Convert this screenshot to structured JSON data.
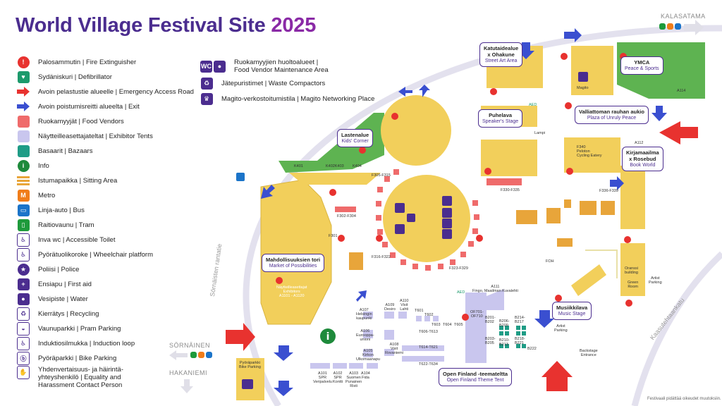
{
  "header": {
    "title": "World Village Festival Site",
    "year": "2025"
  },
  "legend": {
    "items": [
      {
        "label": "Palosammutin | Fire Extinguisher",
        "icon": "fire-extinguisher-icon",
        "color": "#e8322f"
      },
      {
        "label": "Sydäniskuri | Defibrillator",
        "icon": "defibrillator-icon",
        "color": "#1d9a6c"
      },
      {
        "label": "Avoin pelastustie alueelle | Emergency Access Road",
        "icon": "red-arrow-icon",
        "color": "#e8322f"
      },
      {
        "label": "Avoin poistumisreitti alueelta | Exit",
        "icon": "blue-arrow-icon",
        "color": "#3a4fd0"
      },
      {
        "label": "Ruokamyyjät | Food Vendors",
        "icon": "food-vendor-swatch",
        "color": "#ef6b6b"
      },
      {
        "label": "Näytteilleasettajateltat | Exhibitor Tents",
        "icon": "exhibitor-swatch",
        "color": "#c9c6ee"
      },
      {
        "label": "Basaarit | Bazaars",
        "icon": "bazaar-swatch",
        "color": "#1f9c86"
      },
      {
        "label": "Info",
        "icon": "info-icon",
        "color": "#1e8a3b"
      },
      {
        "label": "Istumapaikka | Sitting Area",
        "icon": "sitting-area-icon",
        "color": "#e8a53a"
      },
      {
        "label": "Metro",
        "icon": "metro-icon",
        "color": "#f07d1a"
      },
      {
        "label": "Linja-auto | Bus",
        "icon": "bus-icon",
        "color": "#1b74c9"
      },
      {
        "label": "Raitiovaunu | Tram",
        "icon": "tram-icon",
        "color": "#1e9a3b"
      },
      {
        "label": "Inva wc | Accessible Toilet",
        "icon": "accessible-toilet-icon",
        "color": "#4b2d8f"
      },
      {
        "label": "Pyörätuolikoroke | Wheelchair platform",
        "icon": "wheelchair-icon",
        "color": "#4b2d8f"
      },
      {
        "label": "Poliisi | Police",
        "icon": "police-icon",
        "color": "#4b2d8f"
      },
      {
        "label": "Ensiapu | First aid",
        "icon": "first-aid-icon",
        "color": "#4b2d8f"
      },
      {
        "label": "Vesipiste | Water",
        "icon": "water-icon",
        "color": "#4b2d8f"
      },
      {
        "label": "Kierrätys | Recycling",
        "icon": "recycling-icon",
        "color": "#4b2d8f"
      },
      {
        "label": "Vaunuparkki | Pram Parking",
        "icon": "pram-icon",
        "color": "#4b2d8f"
      },
      {
        "label": "Induktiosilmukka | Induction loop",
        "icon": "induction-loop-icon",
        "color": "#4b2d8f"
      },
      {
        "label": "Pyöräparkki | Bike Parking",
        "icon": "bike-icon",
        "color": "#4b2d8f"
      },
      {
        "label": "Yhdenvertaisuus- ja häirintä-",
        "label2": "yhteyshenkilö | Equality and",
        "label3": "Harassment Contact Person",
        "icon": "hand-icon",
        "color": "#4b2d8f"
      }
    ],
    "items2": [
      {
        "label": "Ruokamyyjien huoltoalueet |",
        "label2": "Food Vendor Maintenance Area",
        "icon": "wc-water-icon"
      },
      {
        "label": "Jätepuristimet | Waste Compactors",
        "icon": "waste-compactor-icon"
      },
      {
        "label": "Magito-verkostoitumistila | Magito Networking Place",
        "icon": "crown-icon"
      }
    ]
  },
  "places": {
    "kalasatama": "KALASATAMA",
    "sornainen": "SÖRNÄINEN",
    "hakaniemi": "HAKANIEMI",
    "street_left": "Sörnäisten rantatie",
    "street_right": "Kaasutehtaankatu"
  },
  "areas": {
    "katutaide": {
      "title": "Katutaidealue",
      "title2": "x Ohakune",
      "subtitle": "Street Art Area"
    },
    "ymca": {
      "title": "YMCA",
      "subtitle": "Peace & Sports"
    },
    "puhelava": {
      "title": "Puhelava",
      "subtitle": "Speaker's Stage"
    },
    "valloton": {
      "title": "Valliattoman rauhan aukio",
      "subtitle": "Plaza of Unruly Peace"
    },
    "lastenalue": {
      "title": "Lastenalue",
      "subtitle": "Kids' Corner"
    },
    "kirjamaailma": {
      "title": "Kirjamaailma",
      "title2": "x Rosebud",
      "subtitle": "Book World"
    },
    "mahdollisuuksien": {
      "title": "Mahdollisuuksien tori",
      "subtitle": "Market of Possibilities"
    },
    "musiikkilava": {
      "title": "Musiikkilava",
      "subtitle": "Music Stage"
    },
    "openfinland": {
      "title": "Open Finland -teemateltta",
      "subtitle": "Open Finland Theme Tent"
    }
  },
  "codes": {
    "k401": "K401",
    "k402": "K402K403",
    "k404": "K404",
    "f305": "F305-F315",
    "f316": "F316-F322",
    "f323": "F323-F329",
    "f302": "F302-F304",
    "f301": "F301",
    "f330": "F330-F335",
    "f336": "F336-F339",
    "f340": "F340",
    "peloton": "Peloton",
    "cycling": "Cycling Eatery",
    "a112": "A112",
    "a114": "A114",
    "magito": "Magito",
    "lampi": "Lampi",
    "a107": "A107",
    "helsingin": "Helsingin",
    "kaupunki": "kaupunki",
    "a109": "A109",
    "desiro": "Desiro",
    "a110": "A110",
    "visit": "Visit",
    "lahti": "Lahti",
    "t601": "T601",
    "t602": "T602",
    "t603": "T603",
    "t604": "T604",
    "t605": "T605",
    "t606": "T606-T613",
    "t614": "T614-T621",
    "t622": "T622-T634",
    "a106": "A106",
    "eurooppa": "Eurooppa-",
    "unioni": "unioni",
    "a108": "A108",
    "visit2": "Visit",
    "rovaniemi": "Rovaniemi",
    "a105": "A105",
    "kirkon": "Kirkon",
    "ulkomaa": "Ulkomaanapu",
    "a101": "A101",
    "spr": "SPR",
    "verip": "Veripalvelu",
    "a102": "A102",
    "spr2": "SPR",
    "kontti": "Kontti",
    "a103": "A103",
    "suomen": "Suomen",
    "punainen": "Punainen",
    "risti": "Risti",
    "a104": "A104",
    "fida": "Fida",
    "of701": "OF701-",
    "of710": "OF710",
    "b201": "B201-",
    "b202": "B202",
    "b203": "B203-",
    "b205": "B205",
    "b206": "B206-",
    "b209": "B209",
    "b210": "B210-",
    "b213": "B213",
    "b214": "B214-",
    "b217": "B217",
    "b218": "B218-",
    "b221": "B221",
    "b222": "B222",
    "a111": "A111",
    "fingo": "Fingo, Maailman Kuvalehti",
    "foh": "FOH",
    "oranssi": "Oranssi",
    "building": "building",
    "green": "Green",
    "room": "Room",
    "artist": "Artist",
    "parking": "Parking",
    "artist2": "Artist",
    "parking2": "Parking",
    "backstage": "Backstage",
    "entrance": "Entrance",
    "pyora": "Pyöräparkki",
    "bikep": "Bike Parking",
    "nayt": "Näytteilleasettajat",
    "exhib": "Exhibitors",
    "a1": "A1101 - A1120",
    "aed": "AED",
    "aed2": "AED",
    "exit": "Exit"
  },
  "footer": {
    "note": "Festivaali pidättää oikeudet muutoksiin."
  },
  "colors": {
    "purple": "#4b2d8f",
    "red": "#e8322f",
    "blue": "#3a4fd0",
    "yellow": "#f2cf5b",
    "green": "#5eb351",
    "pink": "#ef6b6b"
  }
}
